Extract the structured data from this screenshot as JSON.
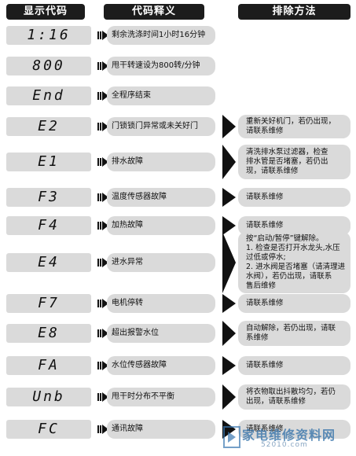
{
  "headers": {
    "code": "显示代码",
    "meaning": "代码释义",
    "fix": "排除方法"
  },
  "rows": [
    {
      "code": "1:16",
      "meaning": "剩余洗涤时间1小时16分钟",
      "fix": ""
    },
    {
      "code": "800",
      "meaning": "甩干转速设为800转/分钟",
      "fix": ""
    },
    {
      "code": "End",
      "meaning": "全程序结束",
      "fix": ""
    },
    {
      "code": "E2",
      "meaning": "门锁锁门异常或未关好门",
      "fix": "重新关好机门，若仍出现，\n请联系维修"
    },
    {
      "code": "E1",
      "meaning": "排水故障",
      "fix": "清洗排水泵过滤器，检查\n排水管是否堵塞，若仍出\n现，请联系维修"
    },
    {
      "code": "F3",
      "meaning": "温度传感器故障",
      "fix": "请联系维修"
    },
    {
      "code": "F4",
      "meaning": "加热故障",
      "fix": "请联系维修"
    },
    {
      "code": "E4",
      "meaning": "进水异常",
      "fix": "按“启动/暂停”键解除。\n1. 检查是否打开水龙头,水压\n过低或停水;\n2. 进水阀是否堵塞（请清理进\n水阀），若仍出现，请联系\n售后维修"
    },
    {
      "code": "F7",
      "meaning": "电机停转",
      "fix": "请联系维修"
    },
    {
      "code": "E8",
      "meaning": "超出报警水位",
      "fix": "自动解除，若仍出现，请联\n系维修"
    },
    {
      "code": "FA",
      "meaning": "水位传感器故障",
      "fix": "请联系维修"
    },
    {
      "code": "Unb",
      "meaning": "甩干时分布不平衡",
      "fix": "将衣物取出抖散均匀，若仍\n出现，请联系维修"
    },
    {
      "code": "FC",
      "meaning": "通讯故障",
      "fix": "请联系维修"
    }
  ],
  "watermark": {
    "text": "家电维修资料网",
    "url": "52010.com"
  }
}
